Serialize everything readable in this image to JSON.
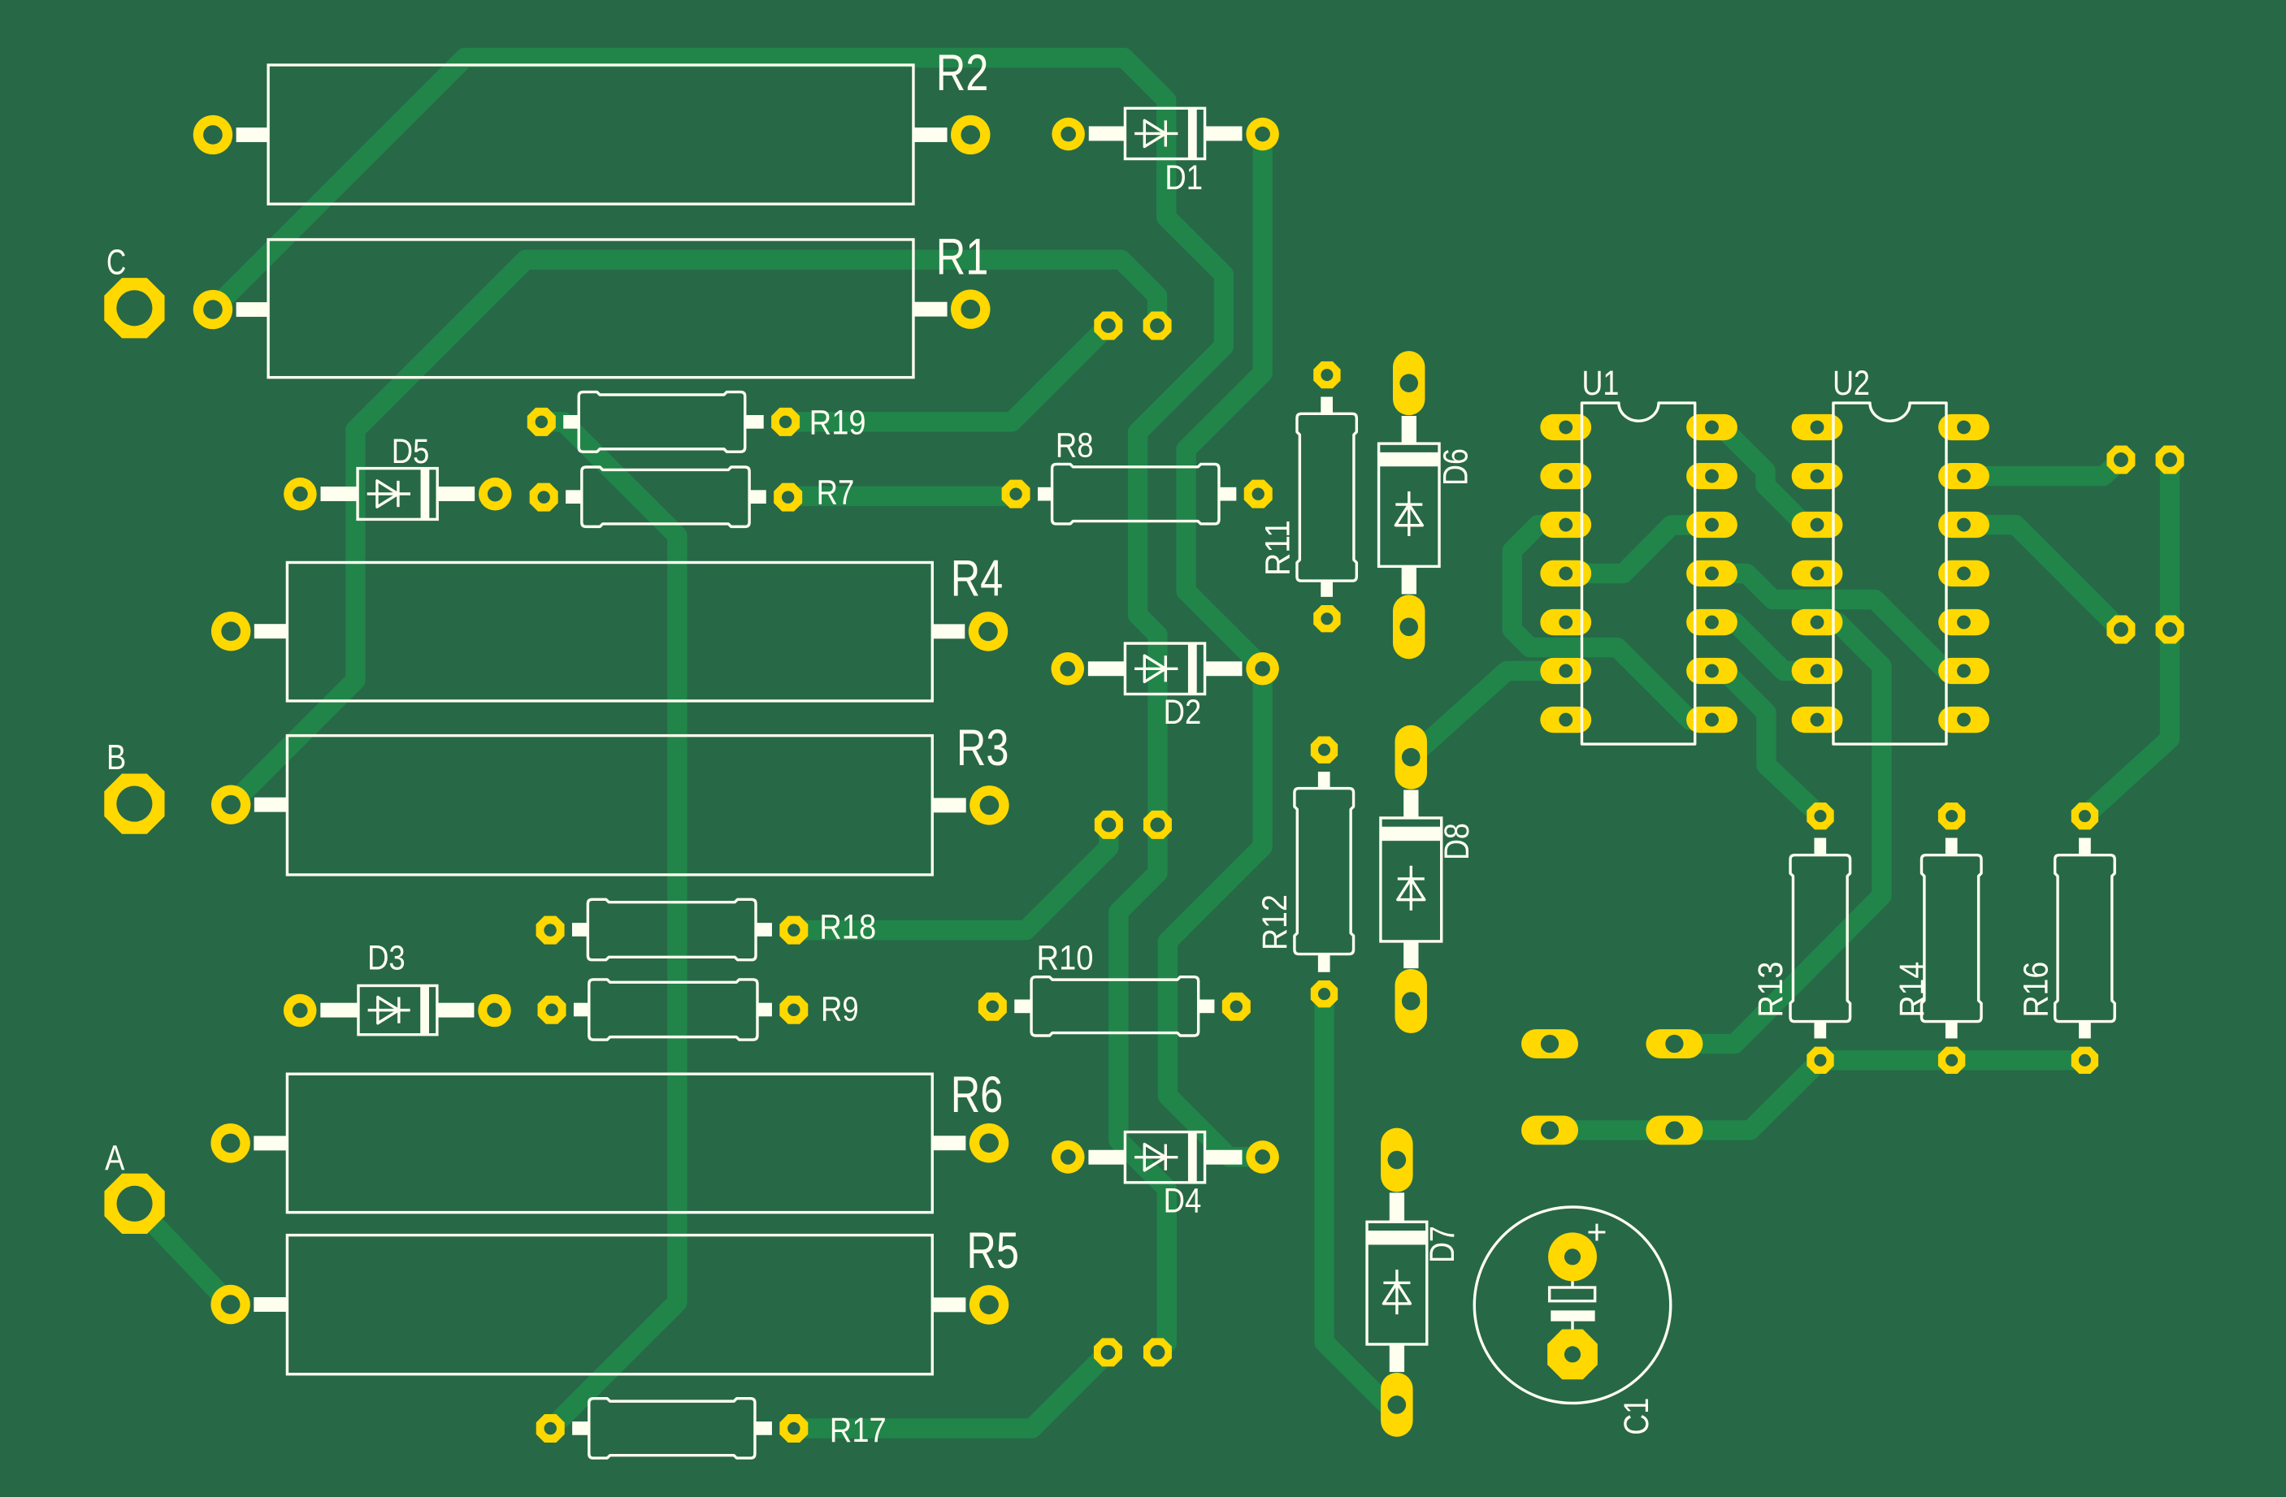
{
  "board": {
    "colors": {
      "substrate": "#276847",
      "copper_trace": "#21854a",
      "pad": "#ffd800",
      "silkscreen": "#fffff0"
    },
    "terminals": [
      {
        "label": "C"
      },
      {
        "label": "B"
      },
      {
        "label": "A"
      }
    ],
    "resistors_large": [
      {
        "ref": "R2"
      },
      {
        "ref": "R1"
      },
      {
        "ref": "R4"
      },
      {
        "ref": "R3"
      },
      {
        "ref": "R6"
      },
      {
        "ref": "R5"
      }
    ],
    "resistors_small": [
      {
        "ref": "R19"
      },
      {
        "ref": "R7"
      },
      {
        "ref": "R8"
      },
      {
        "ref": "R18"
      },
      {
        "ref": "R9"
      },
      {
        "ref": "R10"
      },
      {
        "ref": "R17"
      }
    ],
    "resistors_vertical": [
      {
        "ref": "R11"
      },
      {
        "ref": "R12"
      },
      {
        "ref": "R13"
      },
      {
        "ref": "R14"
      },
      {
        "ref": "R16"
      }
    ],
    "diodes_small": [
      {
        "ref": "D1"
      },
      {
        "ref": "D2"
      },
      {
        "ref": "D4"
      },
      {
        "ref": "D5"
      },
      {
        "ref": "D3"
      }
    ],
    "diodes_large": [
      {
        "ref": "D6"
      },
      {
        "ref": "D8"
      },
      {
        "ref": "D7"
      }
    ],
    "ics": [
      {
        "ref": "U1",
        "pin_count": 14
      },
      {
        "ref": "U2",
        "pin_count": 14
      }
    ],
    "capacitors": [
      {
        "ref": "C1",
        "polarity_mark": "+"
      }
    ]
  }
}
